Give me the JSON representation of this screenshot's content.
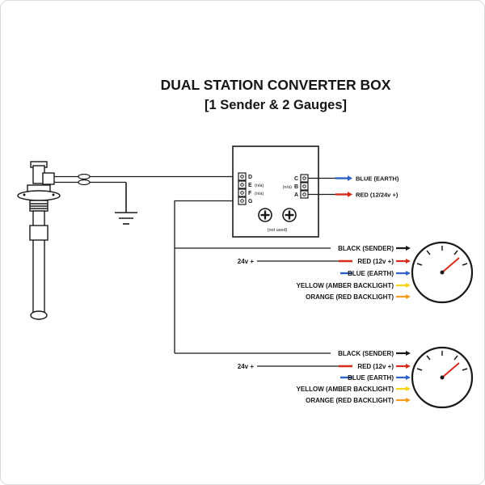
{
  "title": {
    "line1": "DUAL STATION CONVERTER BOX",
    "line2": "[1 Sender & 2 Gauges]"
  },
  "colors": {
    "black": "#1a1a1a",
    "red": "#d92b1c",
    "blue": "#2f62c9",
    "yellow": "#f2d50c",
    "orange": "#f59b1f"
  },
  "converter_box": {
    "left_terminals": [
      {
        "label": "D",
        "note": ""
      },
      {
        "label": "E",
        "note": "(n/a)"
      },
      {
        "label": "F",
        "note": "(n/a)"
      },
      {
        "label": "G",
        "note": ""
      }
    ],
    "right_terminals": [
      {
        "label": "C",
        "note": ""
      },
      {
        "label": "B",
        "note": "(n/a)"
      },
      {
        "label": "A",
        "note": ""
      }
    ],
    "screws_note": "(not used)",
    "outputs": [
      {
        "label": "BLUE (EARTH)"
      },
      {
        "label": "RED (12/24v +)"
      }
    ]
  },
  "stations": [
    {
      "supply_label": "24v +",
      "wires": [
        {
          "label": "BLACK (SENDER)"
        },
        {
          "label": "RED (12v +)"
        },
        {
          "label": "BLUE (EARTH)"
        },
        {
          "label": "YELLOW (AMBER BACKLIGHT)"
        },
        {
          "label": "ORANGE (RED BACKLIGHT)"
        }
      ]
    },
    {
      "supply_label": "24v +",
      "wires": [
        {
          "label": "BLACK (SENDER)"
        },
        {
          "label": "RED (12v +)"
        },
        {
          "label": "BLUE (EARTH)"
        },
        {
          "label": "YELLOW (AMBER BACKLIGHT)"
        },
        {
          "label": "ORANGE (RED BACKLIGHT)"
        }
      ]
    }
  ]
}
